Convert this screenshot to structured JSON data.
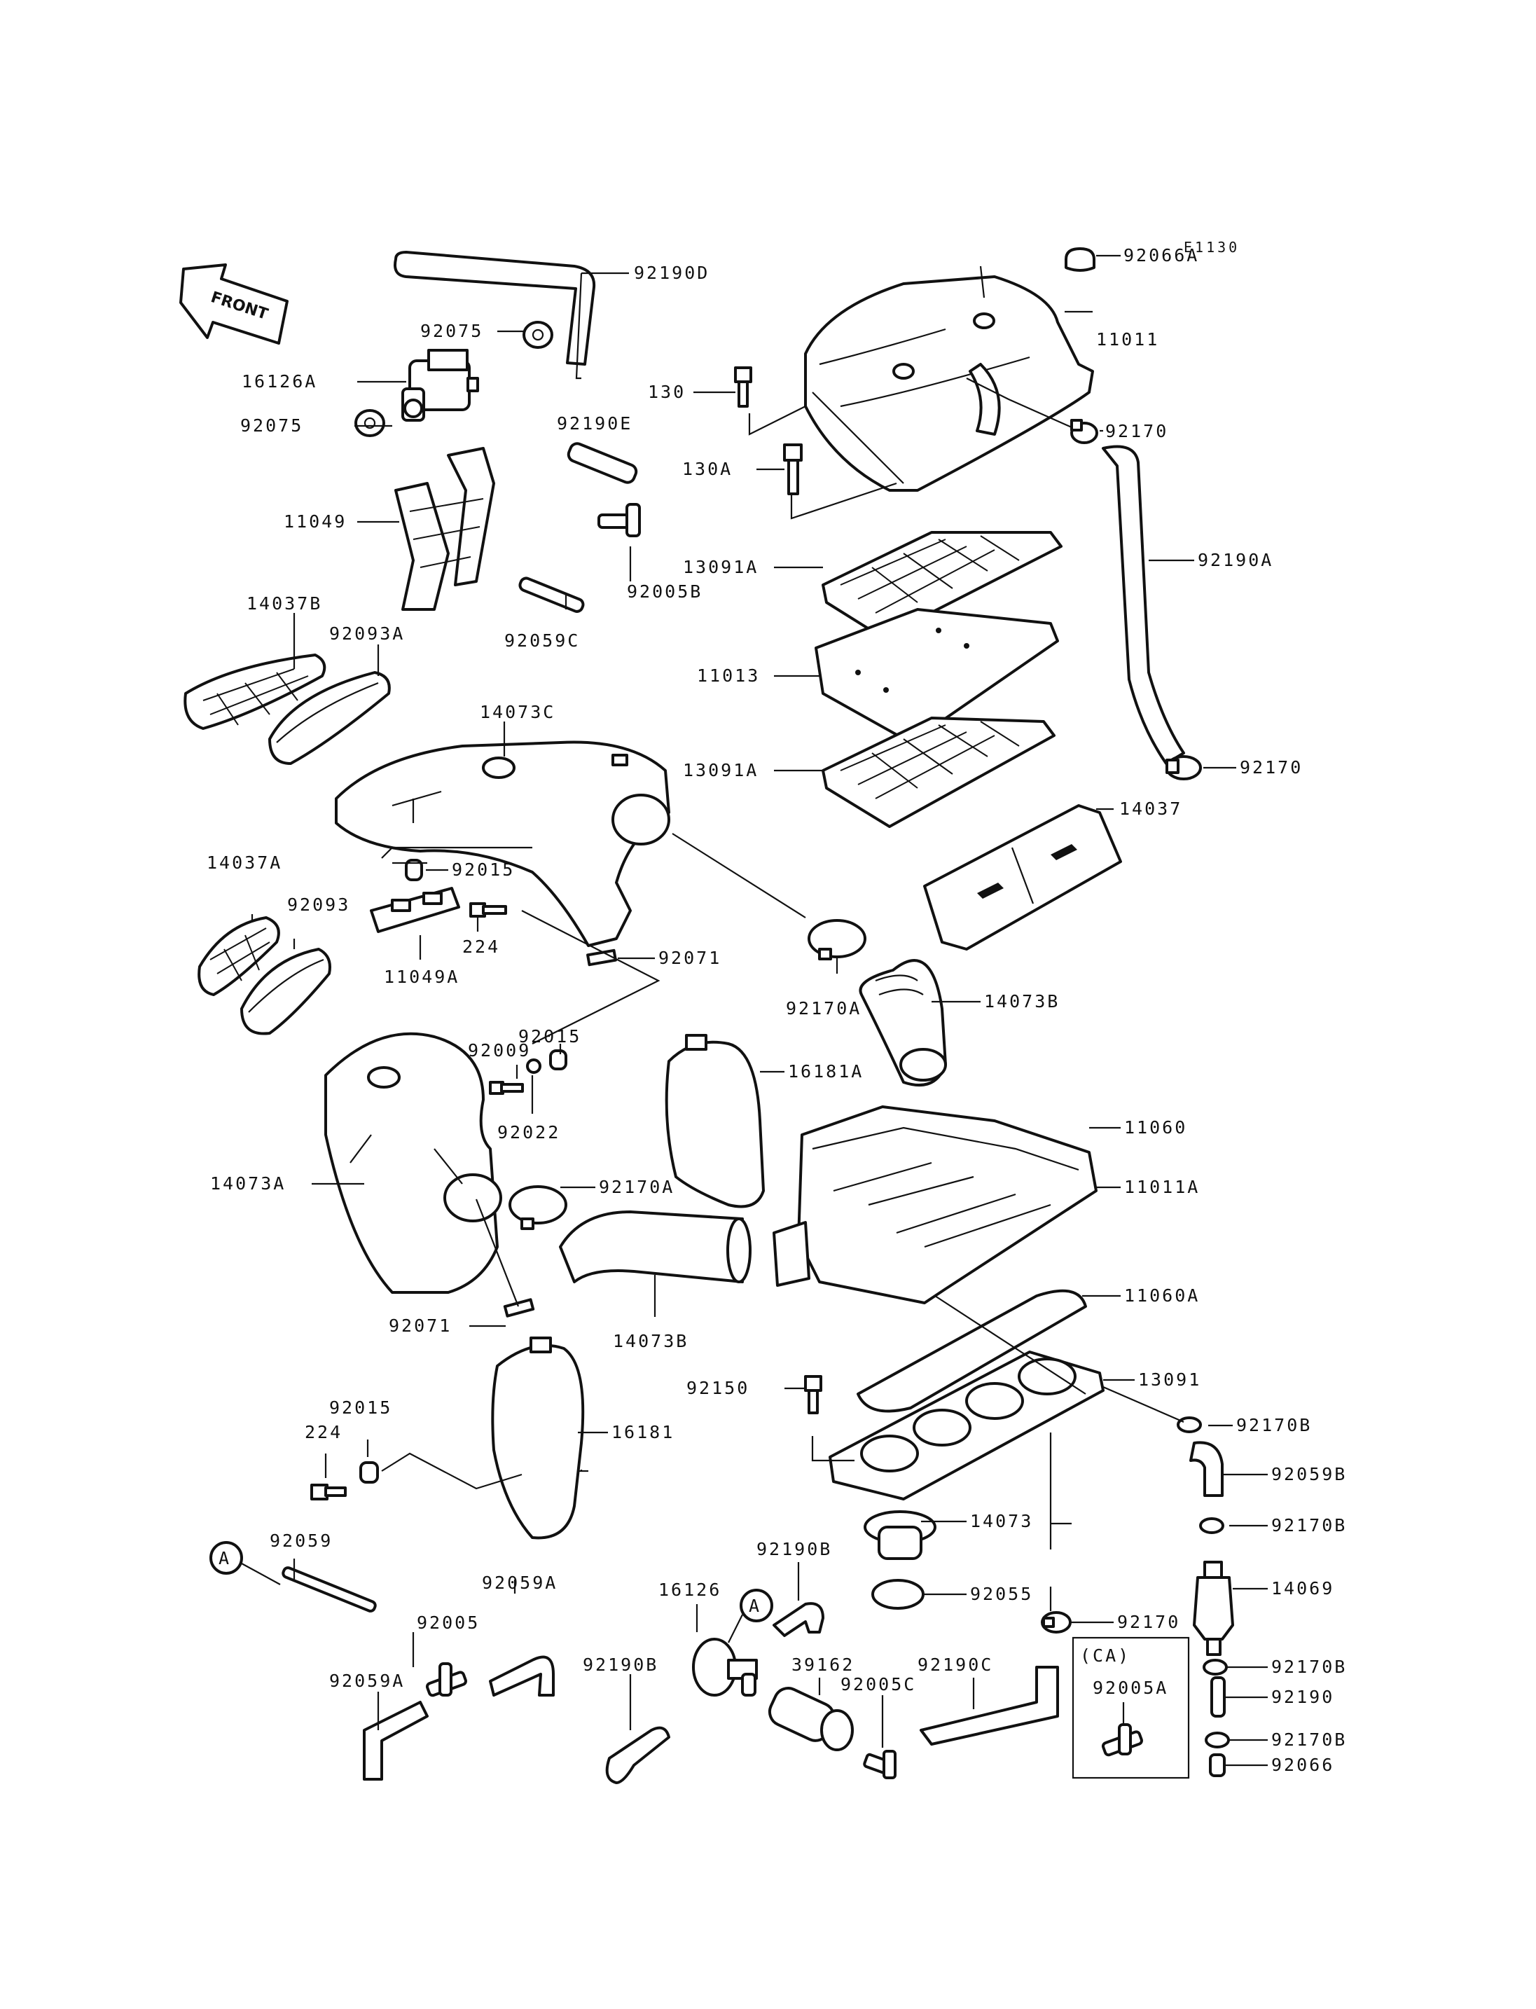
{
  "diagram_code": "E1130",
  "front_label": "FRONT",
  "callout_mark": "A",
  "ca_label": "(CA)",
  "labels": {
    "p92066A": "92066A",
    "p92190D": "92190D",
    "p11011": "11011",
    "p92075a": "92075",
    "p16126A": "16126A",
    "p92075b": "92075",
    "p130": "130",
    "p92190E": "92190E",
    "p92170a": "92170",
    "p130A": "130A",
    "p11049": "11049",
    "p92005B": "92005B",
    "p13091Aa": "13091A",
    "p92190A": "92190A",
    "p92059C": "92059C",
    "p14037B": "14037B",
    "p92093A": "92093A",
    "p11013": "11013",
    "p14073C": "14073C",
    "p13091Ab": "13091A",
    "p92170b": "92170",
    "p14037": "14037",
    "p92015a": "92015",
    "p14037A": "14037A",
    "p92093": "92093",
    "p224a": "224",
    "p11049A": "11049A",
    "p92071a": "92071",
    "p92015b": "92015",
    "p92170Aa": "92170A",
    "p14073Ba": "14073B",
    "p92009": "92009",
    "p16181A": "16181A",
    "p92022": "92022",
    "p11060": "11060",
    "p14073A": "14073A",
    "p92170Ab": "92170A",
    "p11011A": "11011A",
    "p11060A": "11060A",
    "p92071b": "92071",
    "p14073Bb": "14073B",
    "p92150": "92150",
    "p13091": "13091",
    "p92015c": "92015",
    "p224b": "224",
    "p16181": "16181",
    "p92170Ba": "92170B",
    "p92059B": "92059B",
    "p92059": "92059",
    "p14073": "14073",
    "p92170Bb": "92170B",
    "p92190Ba": "92190B",
    "p16126": "16126",
    "p92055": "92055",
    "p14069": "14069",
    "p92059Aa": "92059A",
    "p92005": "92005",
    "p92170c": "92170",
    "p39162": "39162",
    "p92190Bb": "92190B",
    "p92190C": "92190C",
    "p92170Bc": "92170B",
    "p92005A": "92005A",
    "p92059Ab": "92059A",
    "p92005C": "92005C",
    "p92190": "92190",
    "p92170Bd": "92170B",
    "p92066": "92066"
  }
}
